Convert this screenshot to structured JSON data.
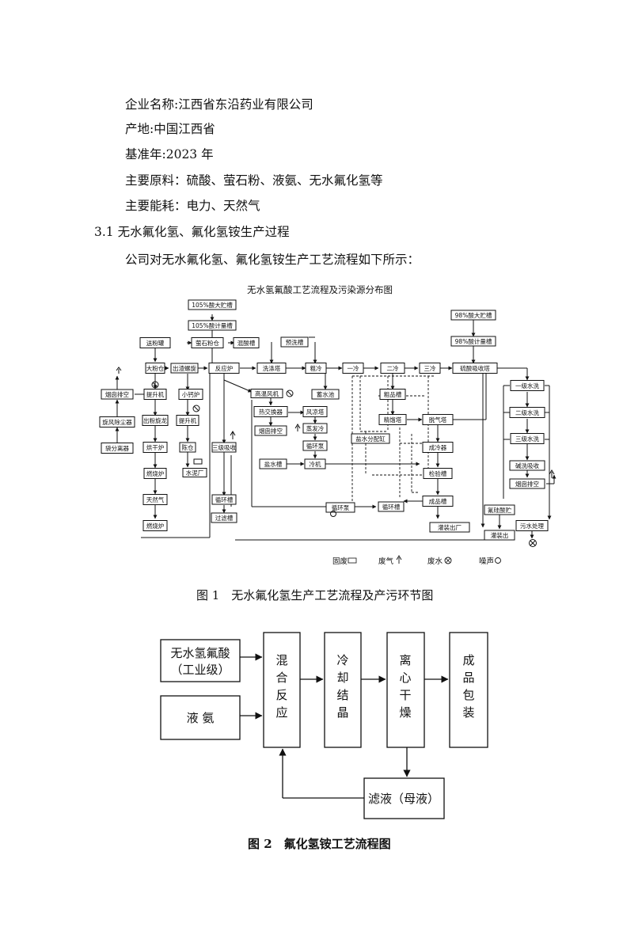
{
  "intro": {
    "company": "企业名称:江西省东沿药业有限公司",
    "origin": "产地:中国江西省",
    "base_year": "基准年:2023 年",
    "raw_materials": "主要原料：硫酸、萤石粉、液氨、无水氟化氢等",
    "energy": "主要能耗：电力、天然气",
    "section": "3.1 无水氟化氢、氟化氢铵生产过程",
    "section_intro": "公司对无水氟化氢、氟化氢铵生产工艺流程如下所示："
  },
  "figure1": {
    "title": "无水氢氟酸工艺流程及污染源分布图",
    "nodes": {
      "acid105_tank": "105%酸大贮槽",
      "acid105_meter": "105%酸计量槽",
      "feeder": "送粉罐",
      "fluorite_bin": "萤石粉仓",
      "mix_acid": "混酸槽",
      "wash_tank": "预洗槽",
      "big_bin": "大粉仓",
      "slag_bin": "出渣螺旋",
      "reactor": "反应炉",
      "scrubber": "洗涤塔",
      "rough_cool": "粗冷",
      "cool1": "一冷",
      "cool2": "二冷",
      "cool3": "三冷",
      "h2so4_absorb": "硫酸吸收塔",
      "acid98_tank": "98%酸大贮槽",
      "acid98_meter": "98%酸计量槽",
      "exhaust_top": "烟囱排空",
      "elevator_left": "提升机",
      "small_kiln": "小钙炉",
      "high_temp_fan": "高温风机",
      "storage_pool": "蓄水池",
      "crude_tank": "粗品槽",
      "wash1": "一级水洗",
      "cyclone": "旋风除尘器",
      "dust_collector": "出粉旋龙",
      "elevator_mid": "提升机",
      "heat_exchanger": "热交换器",
      "wind_tower": "风凉塔",
      "rectify": "精馏塔",
      "degas": "脱气塔",
      "wash2": "二级水洗",
      "bag_filter": "袋分离器",
      "dryer": "烘干炉",
      "three_absorb": "三级吸收",
      "exhaust_mid": "烟囱排空",
      "evaporator": "蒸发冷",
      "brine_dist": "盐水分配缸",
      "condenser": "成冷器",
      "wash3": "三级水洗",
      "ageing": "陈仓",
      "pump1": "循环泵",
      "cement_plant": "水泥厂",
      "brine_tank": "盐水槽",
      "chiller": "冷机",
      "check_tank": "检验槽",
      "alkali_absorb": "碱洗吸收",
      "burner_upper": "燃烧炉",
      "natural_gas": "天然气",
      "circ_tank_left": "循环槽",
      "exhaust_right": "烟囱排空",
      "filter_tank": "过滤槽",
      "circ_pump": "循环泵",
      "circ_tank_mid": "循环槽",
      "product_tank": "成品槽",
      "fluorosilicic": "氟硅酸贮",
      "wastewater": "污水处理",
      "burner_lower": "燃烧炉",
      "fill_out": "灌装出厂",
      "fill_ship": "灌装出"
    },
    "legend": {
      "solid": "固废",
      "gas": "废气",
      "water": "废水",
      "noise": "噪声"
    },
    "caption": "图 1　无水氟化氢生产工艺流程及产污环节图"
  },
  "figure2": {
    "inputs": {
      "ahf_line1": "无水氢氟酸",
      "ahf_line2": "（工业级）",
      "ammonia": "液 氨"
    },
    "steps": {
      "mix": "混合反应",
      "cool": "冷却结晶",
      "dry": "离心干燥",
      "pack": "成品包装",
      "filtrate": "滤液（母液）"
    },
    "caption": "图 2　氟化氢铵工艺流程图"
  }
}
